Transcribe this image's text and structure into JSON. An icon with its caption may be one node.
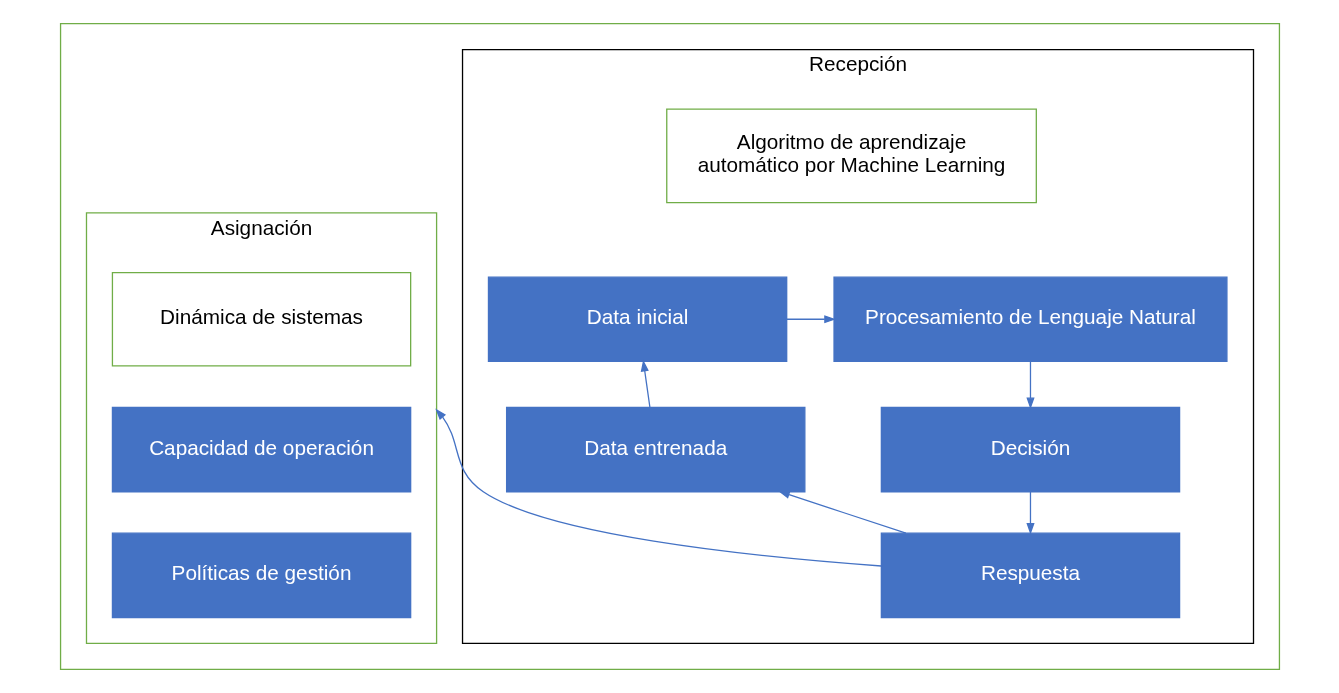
{
  "diagram": {
    "nodes": [
      {
        "text": [],
        "shape": "box"
      },
      {
        "text": [
          "Recepción"
        ],
        "in": 0
      },
      {
        "text": [
          "Algoritmo de aprendizaje automático por Machine Learning"
        ],
        "in": 1
      },
      {
        "text": [
          "Data inicial"
        ],
        "in": 1
      },
      {
        "text": [
          "Procesamiento de Lenguaje Natural"
        ],
        "in": 1
      },
      {
        "text": [
          "Data entrenada"
        ],
        "in": 1
      },
      {
        "text": [
          "Decisión"
        ],
        "in": 1
      },
      {
        "text": [
          "Respuesta"
        ],
        "in": 1
      },
      {
        "text": [
          "Asignación"
        ],
        "in": 0
      },
      {
        "text": [
          "Dinámica de sistemas"
        ],
        "in": 8
      },
      {
        "text": [
          "Capacidad de operación"
        ],
        "in": 8
      },
      {
        "text": [
          "Políticas de gestión"
        ],
        "in": 8
      }
    ],
    "edges": [
      {
        "from": 3,
        "to": 4,
        "arrow": "to"
      },
      {
        "from": 4,
        "to": 6,
        "arrow": "to"
      },
      {
        "from": 6,
        "to": 7,
        "arrow": "to"
      },
      {
        "from": 7,
        "to": 5,
        "arrow": "to"
      },
      {
        "from": 5,
        "to": 3,
        "arrow": "to"
      },
      {
        "from": 7,
        "to": 8,
        "arrow": "to"
      }
    ]
  }
}
